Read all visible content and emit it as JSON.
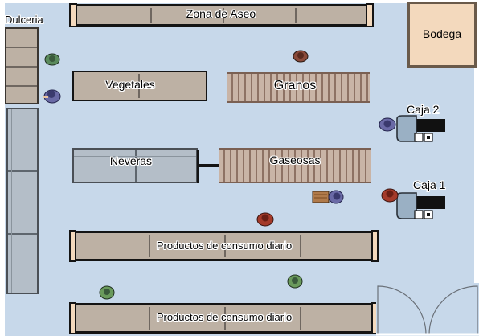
{
  "labels": {
    "dulceria": "Dulceria",
    "zona_aseo": "Zona de Aseo",
    "bodega": "Bodega",
    "vegetales": "Vegetales",
    "granos": "Granos",
    "neveras": "Neveras",
    "gaseosas": "Gaseosas",
    "caja_2": "Caja 2",
    "caja_1": "Caja 1",
    "consumo_1": "Productos de consumo diario",
    "consumo_2": "Productos de consumo diario"
  },
  "colors": {
    "floor": "#c7d8ea",
    "shelf": "#bdb1a4",
    "bodega": "#f3d9bd",
    "granos_slats": "#c9b4a6",
    "neveras": "#b4bec8",
    "register": "#9ab0c4"
  }
}
